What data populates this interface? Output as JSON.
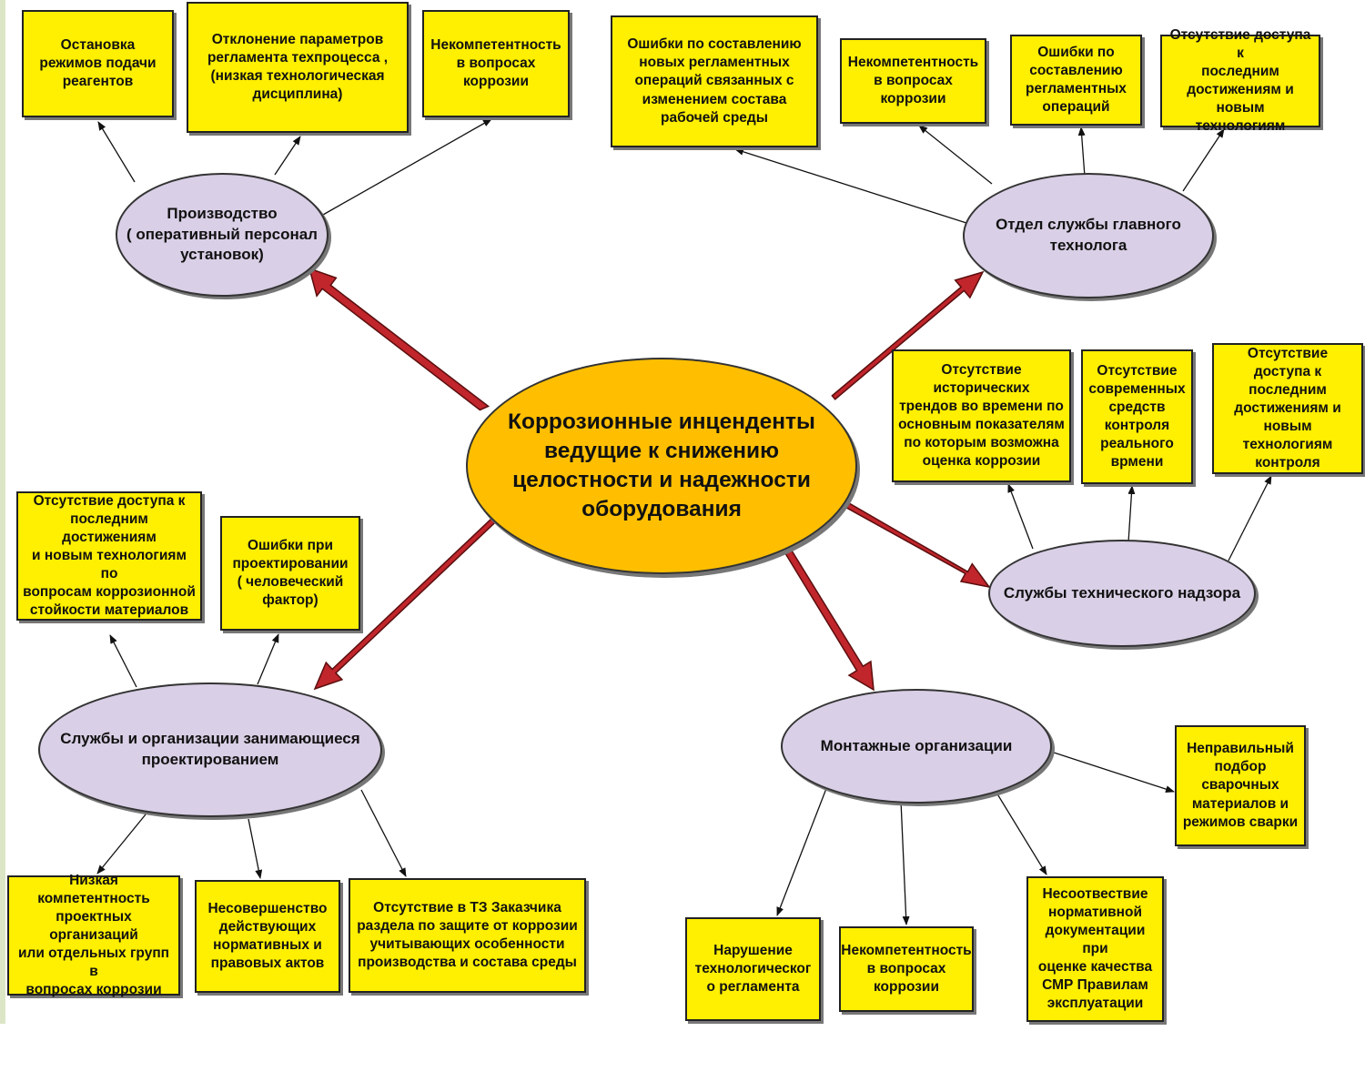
{
  "center": {
    "label": "Коррозионные инценденты\nведущие к снижению\nцелостности и надежности\nоборудования"
  },
  "nodes": {
    "production": {
      "label": "Производство\n( оперативный персонал\nустановок)"
    },
    "technologist": {
      "label": "Отдел службы главного\nтехнолога"
    },
    "supervision": {
      "label": "Службы технического надзора"
    },
    "design": {
      "label": "Службы и организации занимающиеся\nпроектированием"
    },
    "installation": {
      "label": "Монтажные организации"
    }
  },
  "boxes": {
    "p1": "Остановка\nрежимов подачи\nреагентов",
    "p2": "Отклонение параметров\nрегламента техпроцесса  ,\n(низкая технологическая\nдисциплина)",
    "p3": "Некомпетентность\nв вопросах\nкоррозии",
    "t1": "Ошибки по  составлению\nновых регламентных\nопераций связанных с\nизменением состава\nрабочей среды",
    "t2": "Некомпетентность\nв вопросах\nкоррозии",
    "t3": "Ошибки по\nсоставлению\nрегламентных\nопераций",
    "t4": "Отсутствие доступа к\nпоследним\nдостижениям и новым\nтехнологиям",
    "s1": "Отсутствие исторических\nтрендов во времени по\nосновным показателям\nпо которым возможна\nоценка коррозии",
    "s2": "Отсутствие\nсовременных\nсредств\nконтроля\nреального\nврмени",
    "s3": "Отсутствие доступа к\nпоследним\nдостижениям и\nновым технологиям\nконтроля",
    "d1": "Отсутствие доступа к\nпоследним достижениям\nи новым технологиям по\nвопросам коррозионной\nстойкости материалов",
    "d2": "Ошибки при\nпроектировании\n( человеческий\nфактор)",
    "d3": "Низкая компетентность\nпроектных организаций\nили отдельных групп в\nвопросах коррозии",
    "d4": "Несовершенство\nдействующих\nнормативных и\nправовых актов",
    "d5": "Отсутствие в ТЗ Заказчика\nраздела по защите от коррозии\nучитывающих особенности\nпроизводства и состава среды",
    "m1": "Неправильный\nподбор\nсварочных\nматериалов  и\nрежимов сварки",
    "m2": "Нарушение\nтехнологическог\nо регламента",
    "m3": "Некомпетентность\nв вопросах\nкоррозии",
    "m4": "Несоотвествие\nнормативной\nдокументации при\nоценке качества\nСМР  Правилам\nэксплуатации"
  },
  "colors": {
    "box_fill": "#ffef00",
    "node_fill": "#d9cfe6",
    "center_fill": "#ffbf00",
    "big_arrow": "#c0262c"
  }
}
